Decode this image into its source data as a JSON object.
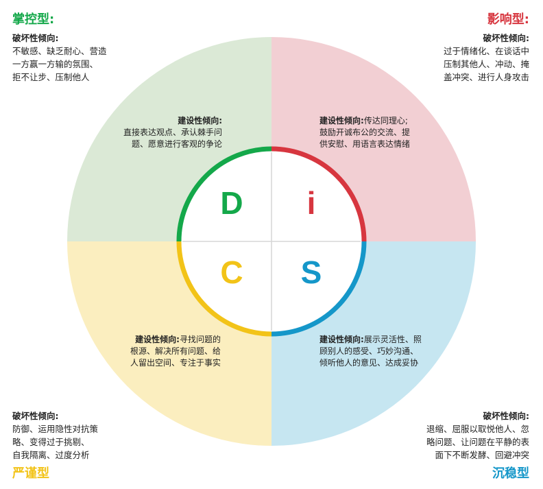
{
  "colors": {
    "dominance": "#14a84a",
    "influence": "#d7363f",
    "steadiness": "#1597c9",
    "conscientiousness": "#f2c318",
    "dominance_fill": "#dbe9d6",
    "influence_fill": "#f2cfd3",
    "steadiness_fill": "#c6e6f1",
    "conscientiousness_fill": "#fbeebf"
  },
  "styles": {
    "d": {
      "name": "掌控型:",
      "destructive_label": "破坏性倾向:",
      "destructive_lines": [
        "不敏感、缺乏耐心、营造",
        "一方赢一方输的氛围、",
        "拒不让步、压制他人"
      ],
      "constructive_label": "建设性倾向:",
      "constructive_lines": [
        "直接表达观点、承认棘手问",
        "题、愿意进行客观的争论"
      ]
    },
    "i": {
      "name": "影响型:",
      "destructive_label": "破坏性倾向:",
      "destructive_lines": [
        "过于情绪化、在谈话中",
        "压制其他人、冲动、掩",
        "盖冲突、进行人身攻击"
      ],
      "constructive_label": "建设性倾向:",
      "constructive_first": "传达同理心;",
      "constructive_lines": [
        "鼓励开诚布公的交流、提",
        "供安慰、用语言表达情绪"
      ]
    },
    "c": {
      "name": "严谨型",
      "destructive_label": "破坏性倾向:",
      "destructive_lines": [
        "防御、运用隐性对抗策",
        "略、变得过于挑剔、",
        "自我隔离、过度分析"
      ],
      "constructive_label": "建设性倾向:",
      "constructive_first": "寻找问题的",
      "constructive_lines": [
        "根源、解决所有问题、给",
        "人留出空间、专注于事实"
      ]
    },
    "s": {
      "name": "沉稳型",
      "destructive_label": "破坏性倾向:",
      "destructive_lines": [
        "退缩、屈服以取悦他人、忽",
        "略问题、让问题在平静的表",
        "面下不断发酵、回避冲突"
      ],
      "constructive_label": "建设性倾向:",
      "constructive_first": "展示灵活性、照",
      "constructive_lines": [
        "顾别人的感受、巧妙沟通、",
        "倾听他人的意见、达成妥协"
      ]
    }
  },
  "letters": {
    "d": "D",
    "i": "i",
    "c": "C",
    "s": "S"
  }
}
